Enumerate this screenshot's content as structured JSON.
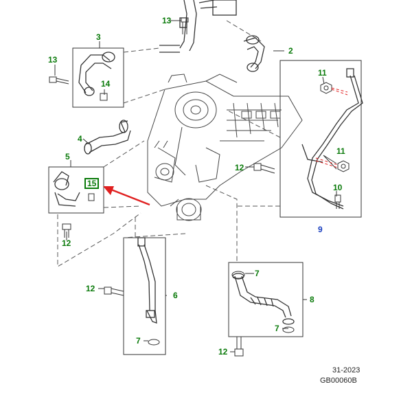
{
  "callouts": {
    "c13_top": "13",
    "c2": "2",
    "c3": "3",
    "c13_left": "13",
    "c14": "14",
    "c4": "4",
    "c5": "5",
    "c15": "15",
    "c12_left": "12",
    "c11_top": "11",
    "c11_bottom": "11",
    "c12_mid": "12",
    "c10": "10",
    "c9": "9",
    "c6": "6",
    "c12_pipe": "12",
    "c7_left": "7",
    "c7_right_top": "7",
    "c8": "8",
    "c7_right_bottom": "7",
    "c12_bottom": "12"
  },
  "reference": {
    "date_code": "31-2023",
    "drawing_id": "GB00060B"
  },
  "colors": {
    "callout_text": "#0a7a0a",
    "assembly_number": "#1a3fbf",
    "indicator_arrow": "#e02020",
    "line_art": "#333333"
  }
}
